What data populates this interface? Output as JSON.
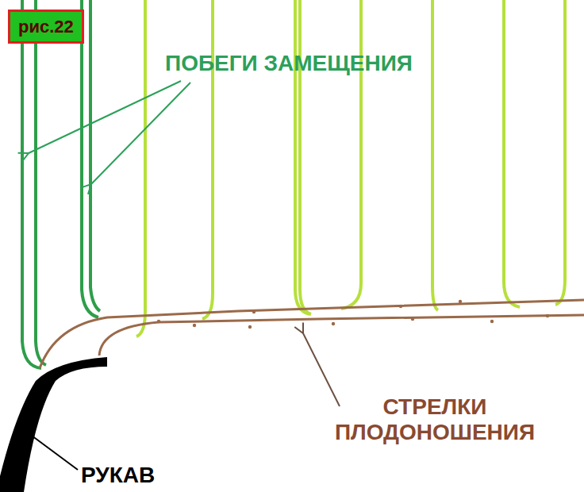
{
  "diagram": {
    "nodes": [
      {
        "text": [
          "рис.22"
        ]
      }
    ],
    "labels": [
      "ПОБЕГИ ЗАМЕЩЕНИЯ",
      "СТРЕЛКИ ПЛОДОНОШЕНИЯ",
      "РУКАВ"
    ]
  }
}
